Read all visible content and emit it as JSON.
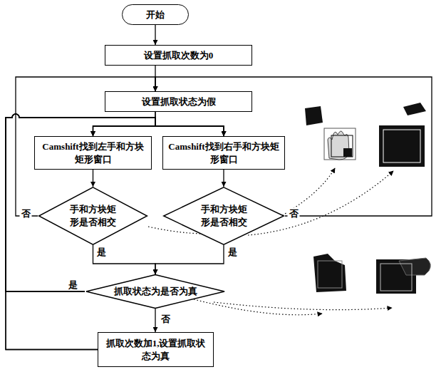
{
  "diagram": {
    "nodes": [
      {
        "text": [
          "开始"
        ]
      },
      {
        "text": [
          "设置抓取次数为0"
        ]
      },
      {
        "text": [
          "设置抓取状态为假"
        ]
      },
      {
        "text": [
          "Camshift找到左手和方块矩形窗口"
        ]
      },
      {
        "text": [
          "Camshift找到右手和方块矩形窗口"
        ]
      },
      {
        "text": [
          "手和方块矩形是否相交"
        ]
      },
      {
        "text": [
          "手和方块矩形是否相交"
        ]
      },
      {
        "text": [
          "抓取状态为是否为真"
        ]
      },
      {
        "text": [
          "抓取次数加1,设置抓取状态为真"
        ]
      }
    ],
    "edges": [
      {
        "from": 0,
        "to": 1,
        "arrow": "to"
      },
      {
        "from": 1,
        "to": 2,
        "arrow": "to"
      },
      {
        "from": 2,
        "to": 3,
        "arrow": "to"
      },
      {
        "from": 2,
        "to": 4,
        "arrow": "to"
      },
      {
        "from": 3,
        "to": 5,
        "arrow": "to"
      },
      {
        "from": 4,
        "to": 6,
        "arrow": "to"
      },
      {
        "from": 5,
        "to": 2,
        "label": "否",
        "arrow": "to"
      },
      {
        "from": 6,
        "to": 2,
        "label": "否",
        "arrow": "to"
      },
      {
        "from": 5,
        "to": 7,
        "label": "是",
        "arrow": "to"
      },
      {
        "from": 6,
        "to": 7,
        "label": "是",
        "arrow": "to"
      },
      {
        "from": 7,
        "to": 8,
        "label": "否",
        "arrow": "to"
      },
      {
        "from": 7,
        "to": 3,
        "label": "是",
        "arrow": "to"
      },
      {
        "from": 7,
        "to": 4,
        "arrow": "to"
      },
      {
        "from": 8,
        "to": 3,
        "arrow": "to"
      },
      {
        "from": 8,
        "to": 4,
        "arrow": "to"
      }
    ]
  }
}
